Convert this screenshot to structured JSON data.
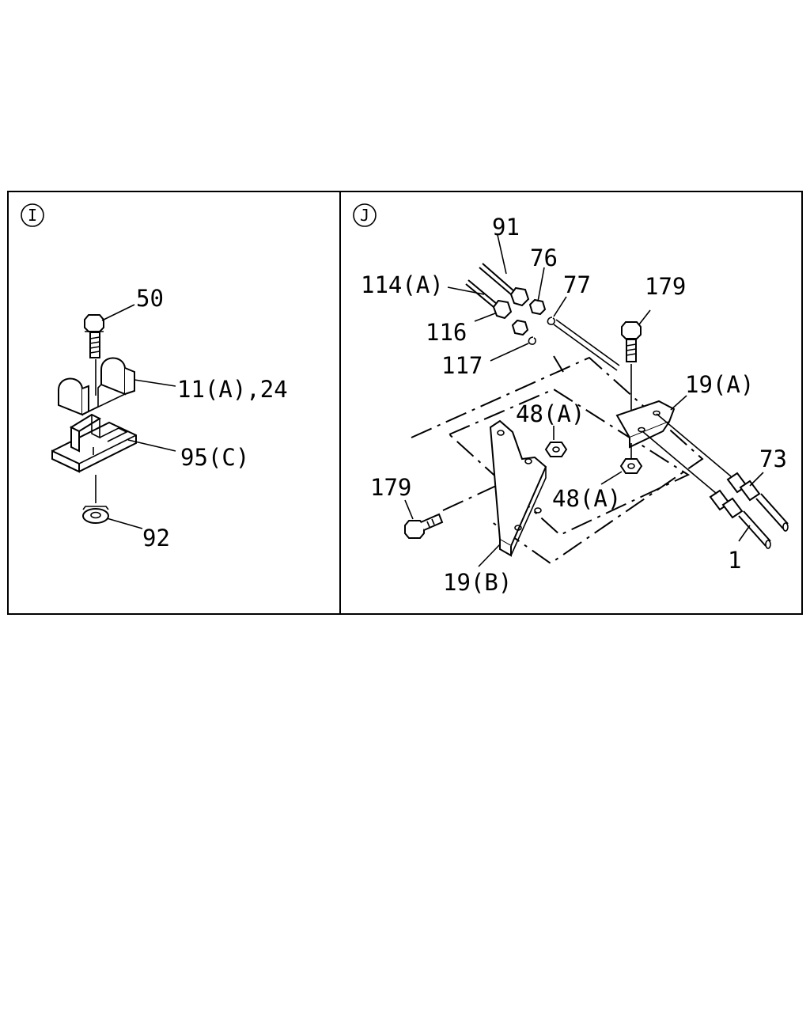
{
  "panels": [
    {
      "id": "I",
      "labels": {
        "p50": "50",
        "p11": "11(A),24",
        "p95": "95(C)",
        "p92": "92"
      }
    },
    {
      "id": "J",
      "labels": {
        "p91": "91",
        "p76": "76",
        "p114": "114(A)",
        "p77": "77",
        "p179top": "179",
        "p116": "116",
        "p117": "117",
        "p19a": "19(A)",
        "p48a_top": "48(A)",
        "p73": "73",
        "p179left": "179",
        "p48a_mid": "48(A)",
        "p1": "1",
        "p19b": "19(B)"
      }
    }
  ]
}
